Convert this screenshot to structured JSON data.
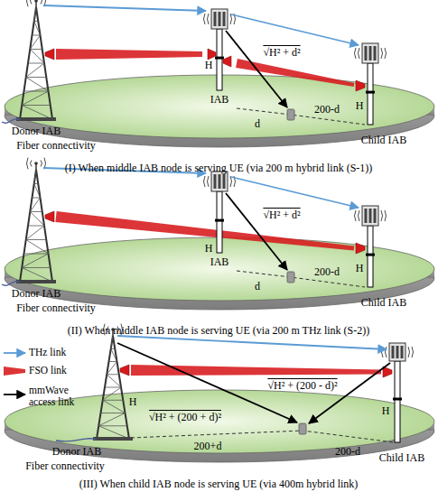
{
  "diagram": {
    "labels": [
      "Donor IAB",
      "Fiber connectivity",
      "H",
      "√H² + d²",
      "IAB",
      "d",
      "200-d",
      "H",
      "Child IAB",
      "(I) When middle IAB node is serving UE (via 200 m hybrid link (S-1))",
      "Donor IAB",
      "Fiber connectivity",
      "H",
      "√H² + d²",
      "IAB",
      "d",
      "200-d",
      "H",
      "Child IAB",
      "(II) When middle IAB node is serving UE (via 200 m THz link (S-2))",
      "H",
      "√H² + (200 + d)²",
      "H",
      "√H² + (200 - d)²",
      "200+d",
      "200-d",
      "Donor IAB",
      "Fiber connectivity",
      "Child IAB",
      "(III) When child IAB node is serving UE (via 400m hybrid link)"
    ],
    "legend": [
      {
        "text": "THz link"
      },
      {
        "text": "FSO link"
      },
      {
        "text": "mmWave access link"
      }
    ]
  }
}
